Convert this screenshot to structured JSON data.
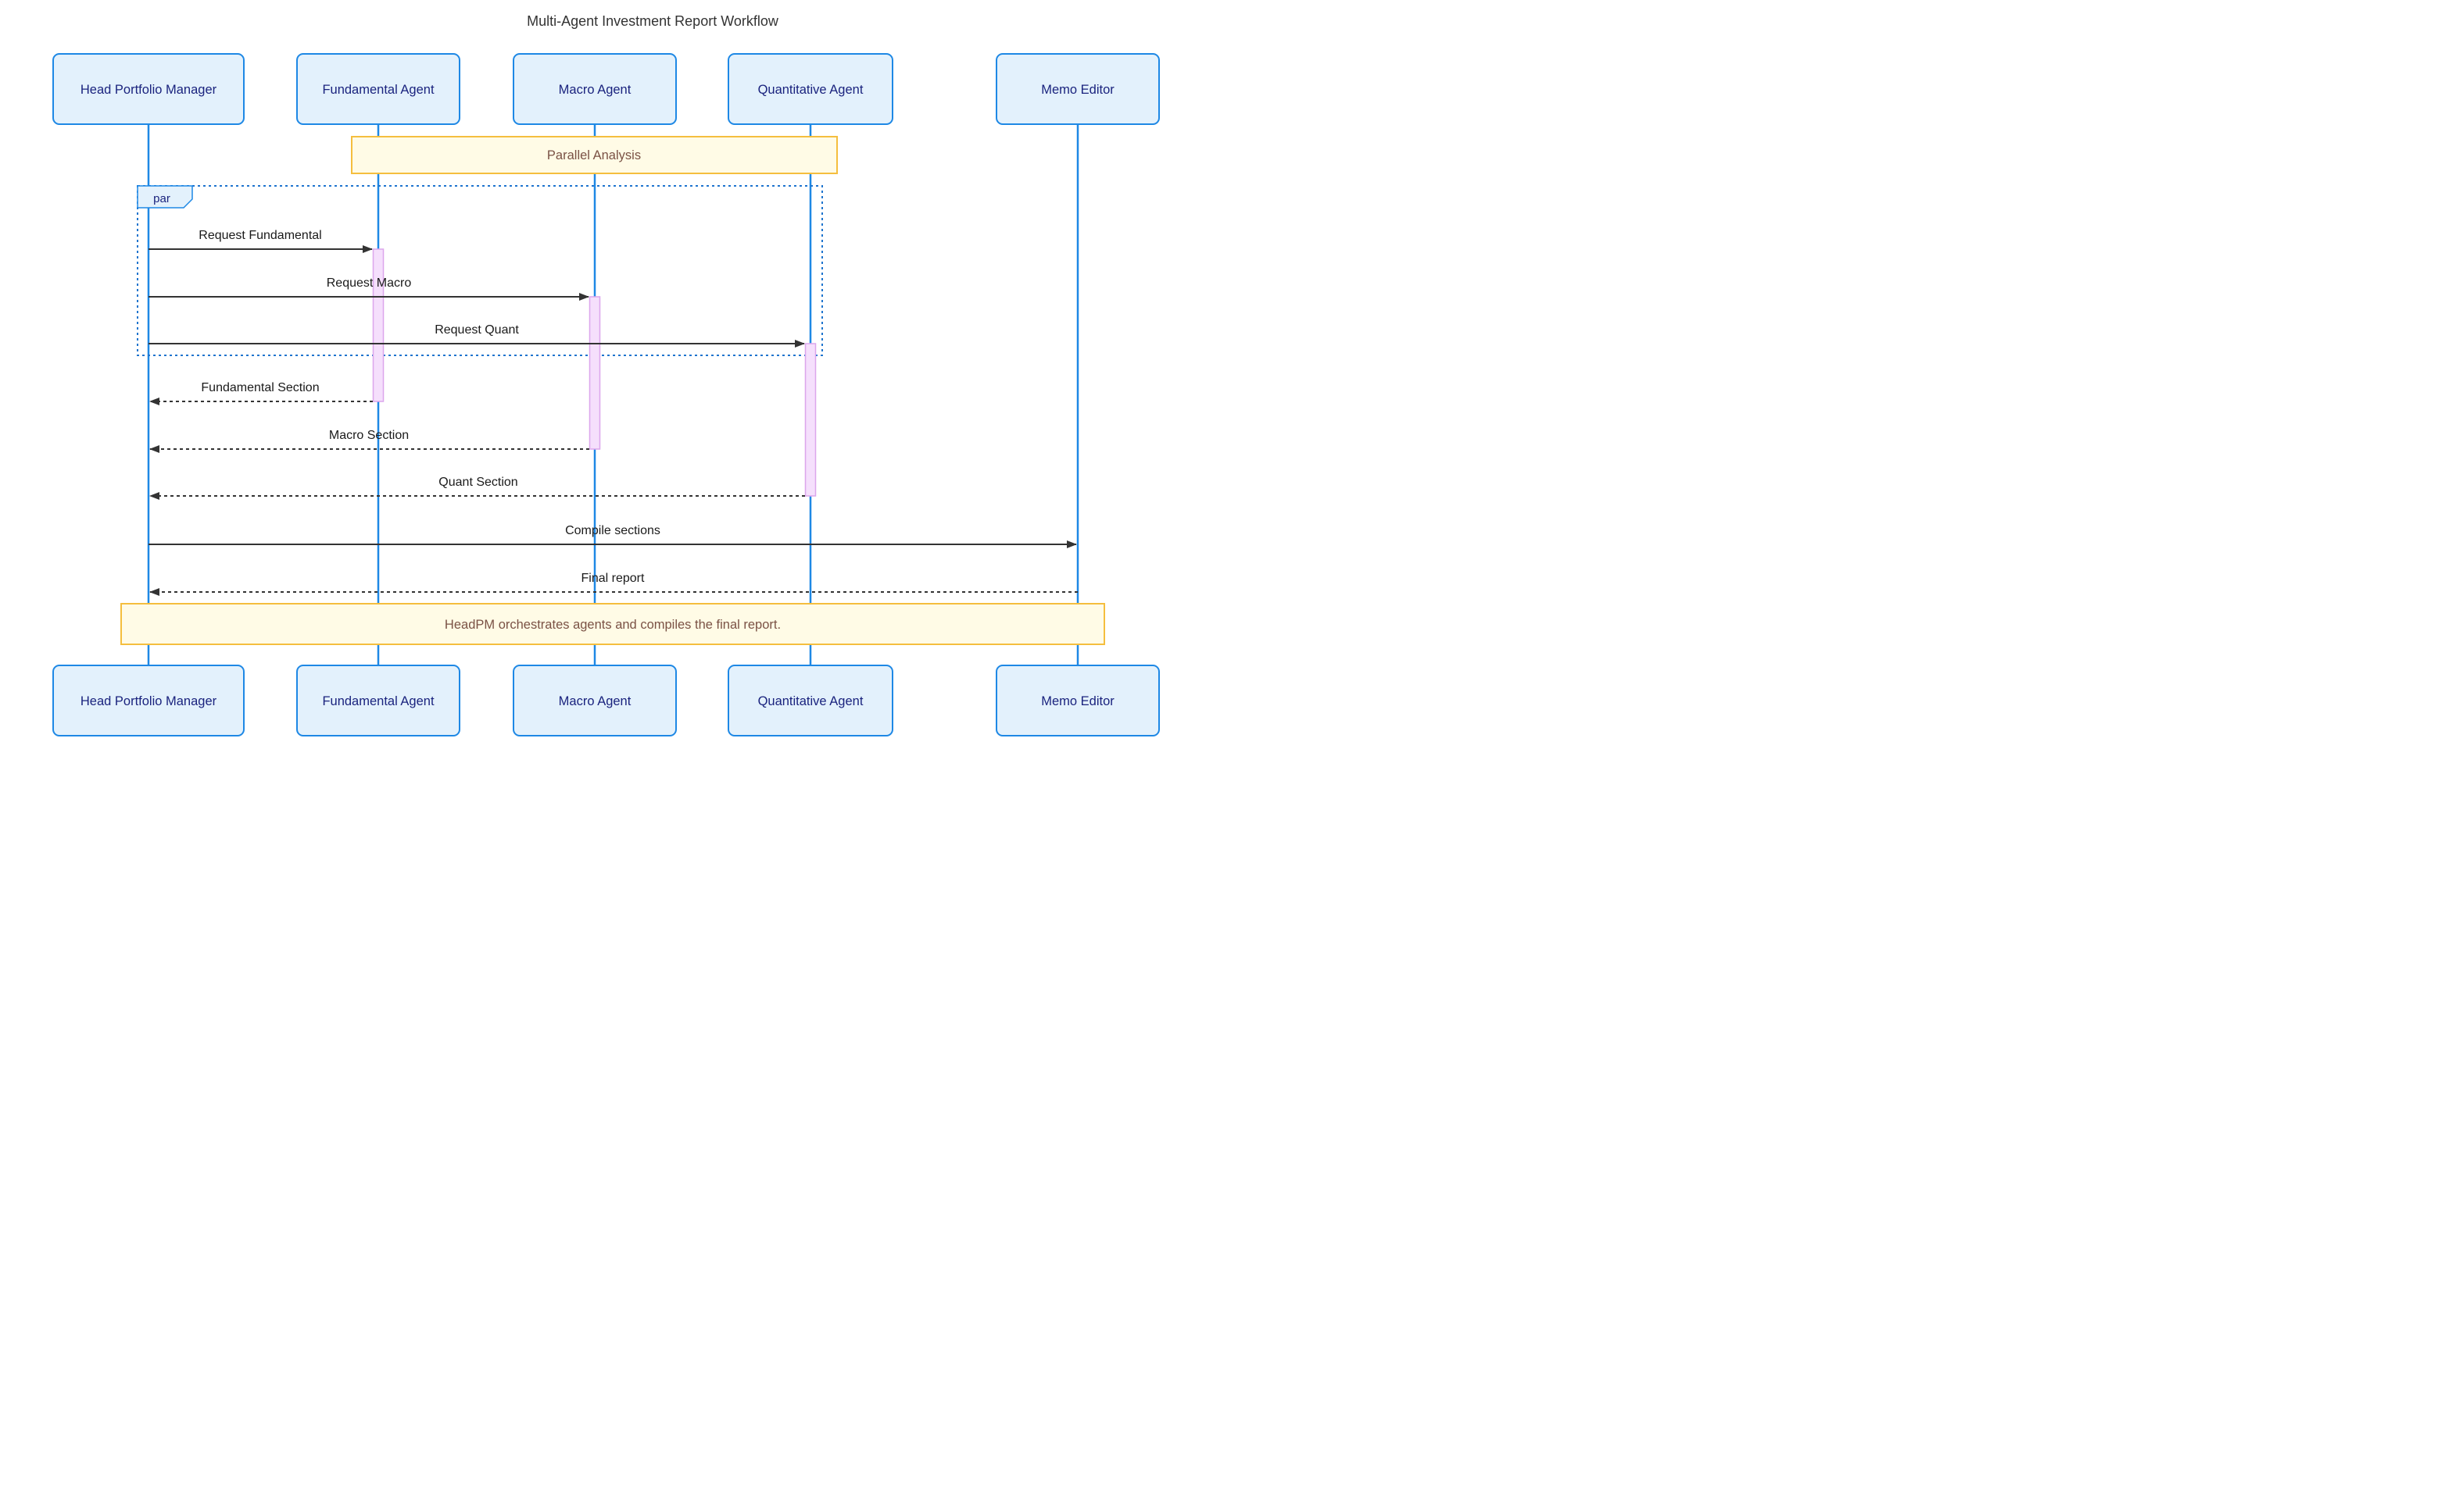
{
  "diagram_title": "Multi-Agent Investment Report Workflow",
  "actors": [
    {
      "label": "Head Portfolio Manager"
    },
    {
      "label": "Fundamental Agent"
    },
    {
      "label": "Macro Agent"
    },
    {
      "label": "Quantitative Agent"
    },
    {
      "label": "Memo Editor"
    }
  ],
  "par_block": {
    "label": "par"
  },
  "notes": [
    {
      "text": "Parallel Analysis"
    },
    {
      "text": "HeadPM orchestrates agents and compiles the final report."
    }
  ],
  "messages": [
    {
      "label": "Request Fundamental",
      "from": "Head Portfolio Manager",
      "to": "Fundamental Agent",
      "line": "solid"
    },
    {
      "label": "Request Macro",
      "from": "Head Portfolio Manager",
      "to": "Macro Agent",
      "line": "solid"
    },
    {
      "label": "Request Quant",
      "from": "Head Portfolio Manager",
      "to": "Quantitative Agent",
      "line": "solid"
    },
    {
      "label": "Fundamental Section",
      "from": "Fundamental Agent",
      "to": "Head Portfolio Manager",
      "line": "dashed"
    },
    {
      "label": "Macro Section",
      "from": "Macro Agent",
      "to": "Head Portfolio Manager",
      "line": "dashed"
    },
    {
      "label": "Quant Section",
      "from": "Quantitative Agent",
      "to": "Head Portfolio Manager",
      "line": "dashed"
    },
    {
      "label": "Compile sections",
      "from": "Head Portfolio Manager",
      "to": "Memo Editor",
      "line": "solid"
    },
    {
      "label": "Final report",
      "from": "Memo Editor",
      "to": "Head Portfolio Manager",
      "line": "dashed"
    }
  ],
  "colors": {
    "actor_fill": "#E3F1FC",
    "actor_border": "#1E88E5",
    "actor_text": "#1A237E",
    "lifeline": "#1E88E5",
    "note_fill": "#FFFBE6",
    "note_border": "#F5BE3E",
    "note_text": "#7A5245",
    "message_line": "#333333",
    "message_text": "#1A1A1A",
    "activation_fill": "#F5DFFC",
    "activation_border": "#DCA6EC",
    "par_frame_border": "#1E74CE"
  }
}
